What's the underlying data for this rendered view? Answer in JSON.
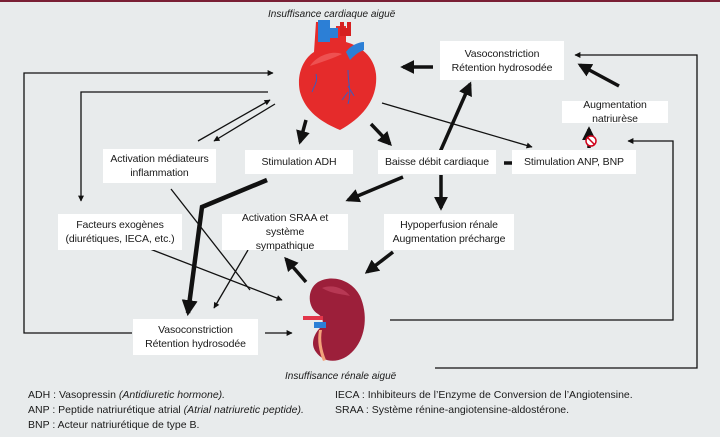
{
  "title_top": "Insuffisance cardiaque aiguë",
  "title_bottom": "Insuffisance rénale aiguë",
  "nodes": {
    "vaso_top": [
      "Vasoconstriction",
      "Rétention hydrosodée"
    ],
    "augmentation_natriurese": [
      "Augmentation natriurèse"
    ],
    "activation_mediateurs": [
      "Activation médiateurs",
      "inflammation"
    ],
    "stimulation_adh": [
      "Stimulation ADH"
    ],
    "baisse_debit": [
      "Baisse débit cardiaque"
    ],
    "stimulation_anp": [
      "Stimulation ANP, BNP"
    ],
    "facteurs_exogenes": [
      "Facteurs exogènes",
      "(diurétiques, IECA, etc.)"
    ],
    "activation_sraa": [
      "Activation SRAA et système",
      "sympathique"
    ],
    "hypoperfusion": [
      "Hypoperfusion rénale",
      "Augmentation précharge"
    ],
    "vaso_bottom": [
      "Vasoconstriction",
      "Rétention hydrosodée"
    ]
  },
  "legend_left": [
    {
      "abbr": "ADH",
      "text": "Vasopressin",
      "italic": "(Antidiuretic hormone)."
    },
    {
      "abbr": "ANP",
      "text": "Peptide natriurétique atrial",
      "italic": "(Atrial natriuretic peptide)."
    },
    {
      "abbr": "BNP",
      "text": "Acteur natriurétique de type B.",
      "italic": ""
    }
  ],
  "legend_right": [
    {
      "abbr": "IECA",
      "text": "Inhibiteurs de l’Enzyme de Conversion de l’Angiotensine.",
      "italic": ""
    },
    {
      "abbr": "SRAA",
      "text": "Système rénine-angiotensine-aldostérone.",
      "italic": ""
    }
  ],
  "colors": {
    "accent": "#7a1f35",
    "background": "#e8ebec",
    "inhibit": "#d0021b"
  }
}
